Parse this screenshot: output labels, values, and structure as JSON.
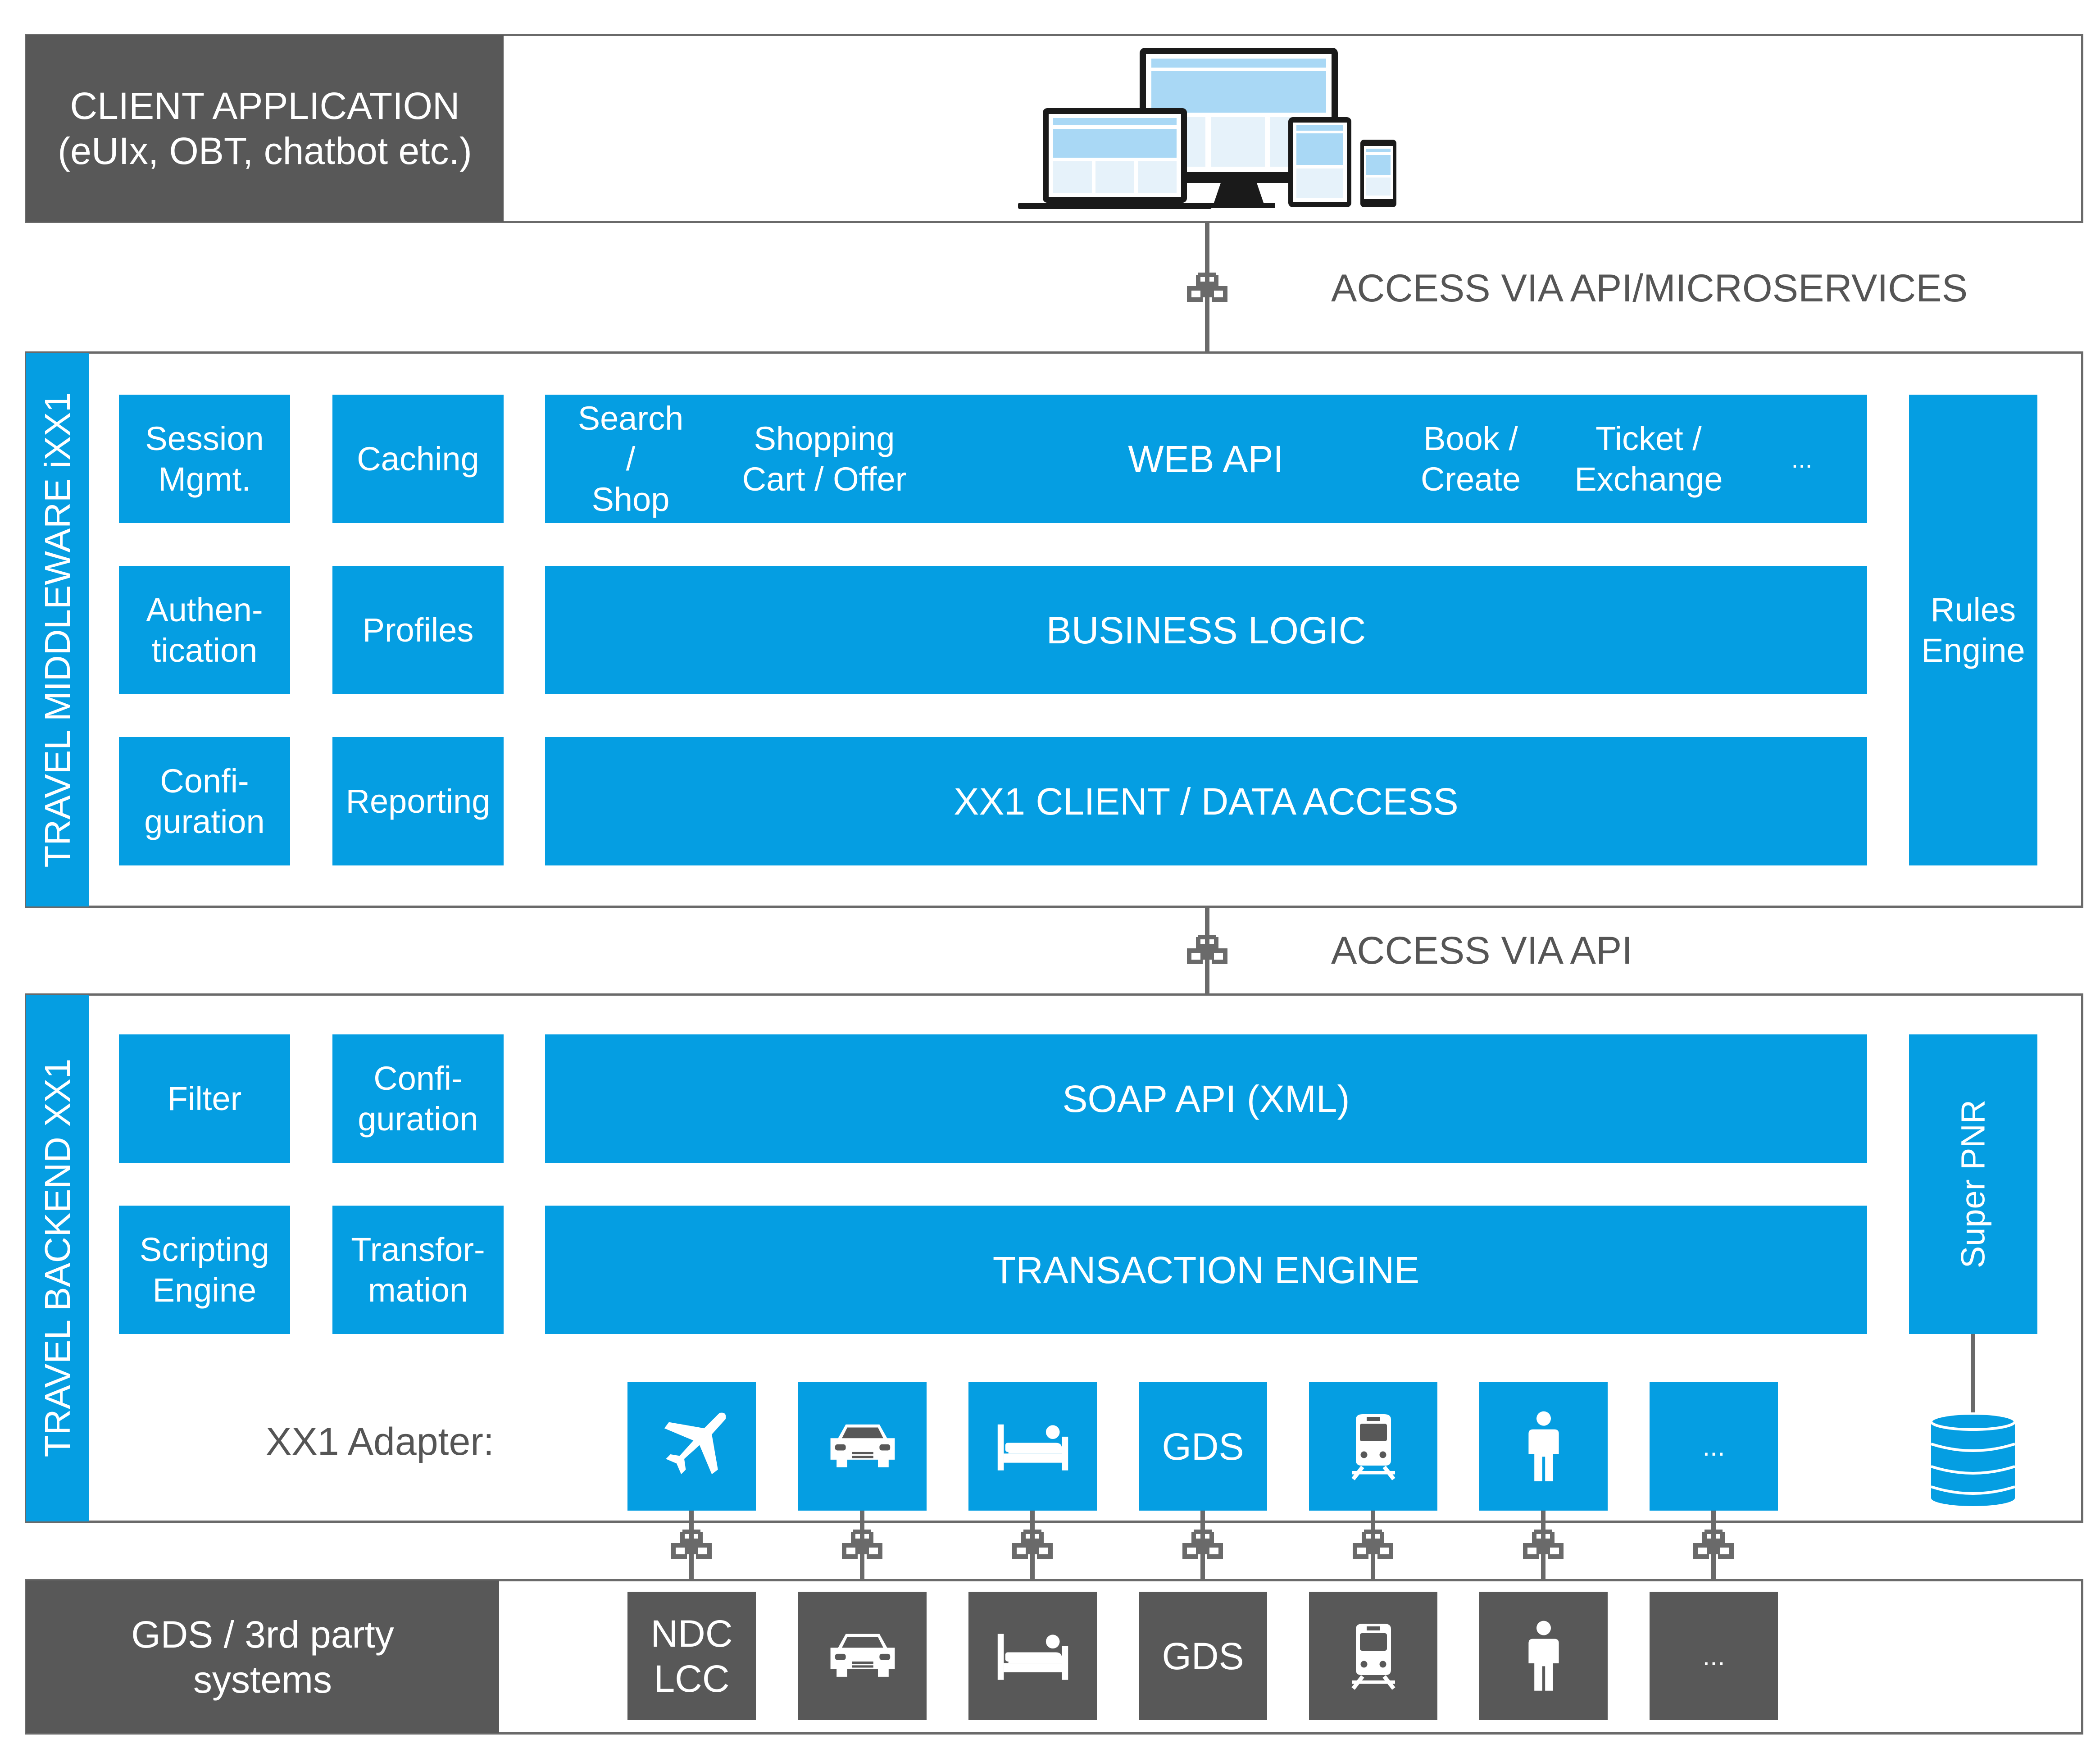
{
  "client": {
    "label": "CLIENT APPLICATION\n(eUIx, OBT, chatbot etc.)",
    "icon": "devices-icon"
  },
  "access_top": "ACCESS VIA API/MICROSERVICES",
  "middleware": {
    "title": "TRAVEL MIDDLEWARE iXX1",
    "left_col1": [
      "Session\nMgmt.",
      "Authen-\ntication",
      "Confi-\nguration"
    ],
    "left_col2": [
      "Caching",
      "Profiles",
      "Reporting"
    ],
    "web_api": {
      "title": "WEB API",
      "items": [
        "Search /\nShop",
        "Shopping\nCart / Offer",
        "Book /\nCreate",
        "Ticket /\nExchange",
        "..."
      ]
    },
    "business_logic": "BUSINESS LOGIC",
    "data_access": "XX1 CLIENT / DATA ACCESS",
    "rules_engine": "Rules\nEngine"
  },
  "access_middle": "ACCESS VIA API",
  "backend": {
    "title": "TRAVEL BACKEND XX1",
    "left_col1": [
      "Filter",
      "Scripting\nEngine"
    ],
    "left_col2": [
      "Confi-\nguration",
      "Transfor-\nmation"
    ],
    "soap_api": "SOAP API (XML)",
    "transaction_engine": "TRANSACTION ENGINE",
    "super_pnr": "Super PNR",
    "adapter_label": "XX1 Adapter:",
    "adapters": [
      {
        "icon": "airplane-icon",
        "text": ""
      },
      {
        "icon": "car-icon",
        "text": ""
      },
      {
        "icon": "hotel-bed-icon",
        "text": ""
      },
      {
        "icon": "gds-text",
        "text": "GDS"
      },
      {
        "icon": "train-icon",
        "text": ""
      },
      {
        "icon": "person-icon",
        "text": ""
      },
      {
        "icon": "more",
        "text": "..."
      }
    ]
  },
  "systems": {
    "label": "GDS / 3rd party\nsystems",
    "items": [
      {
        "icon": "ndc-text",
        "text": "NDC\nLCC"
      },
      {
        "icon": "car-icon",
        "text": ""
      },
      {
        "icon": "hotel-bed-icon",
        "text": ""
      },
      {
        "icon": "gds-text",
        "text": "GDS"
      },
      {
        "icon": "train-icon",
        "text": ""
      },
      {
        "icon": "person-icon",
        "text": ""
      },
      {
        "icon": "more",
        "text": "..."
      }
    ]
  },
  "colors": {
    "blue": "#059ee2",
    "dark": "#585858",
    "line": "#6a6a6a"
  }
}
